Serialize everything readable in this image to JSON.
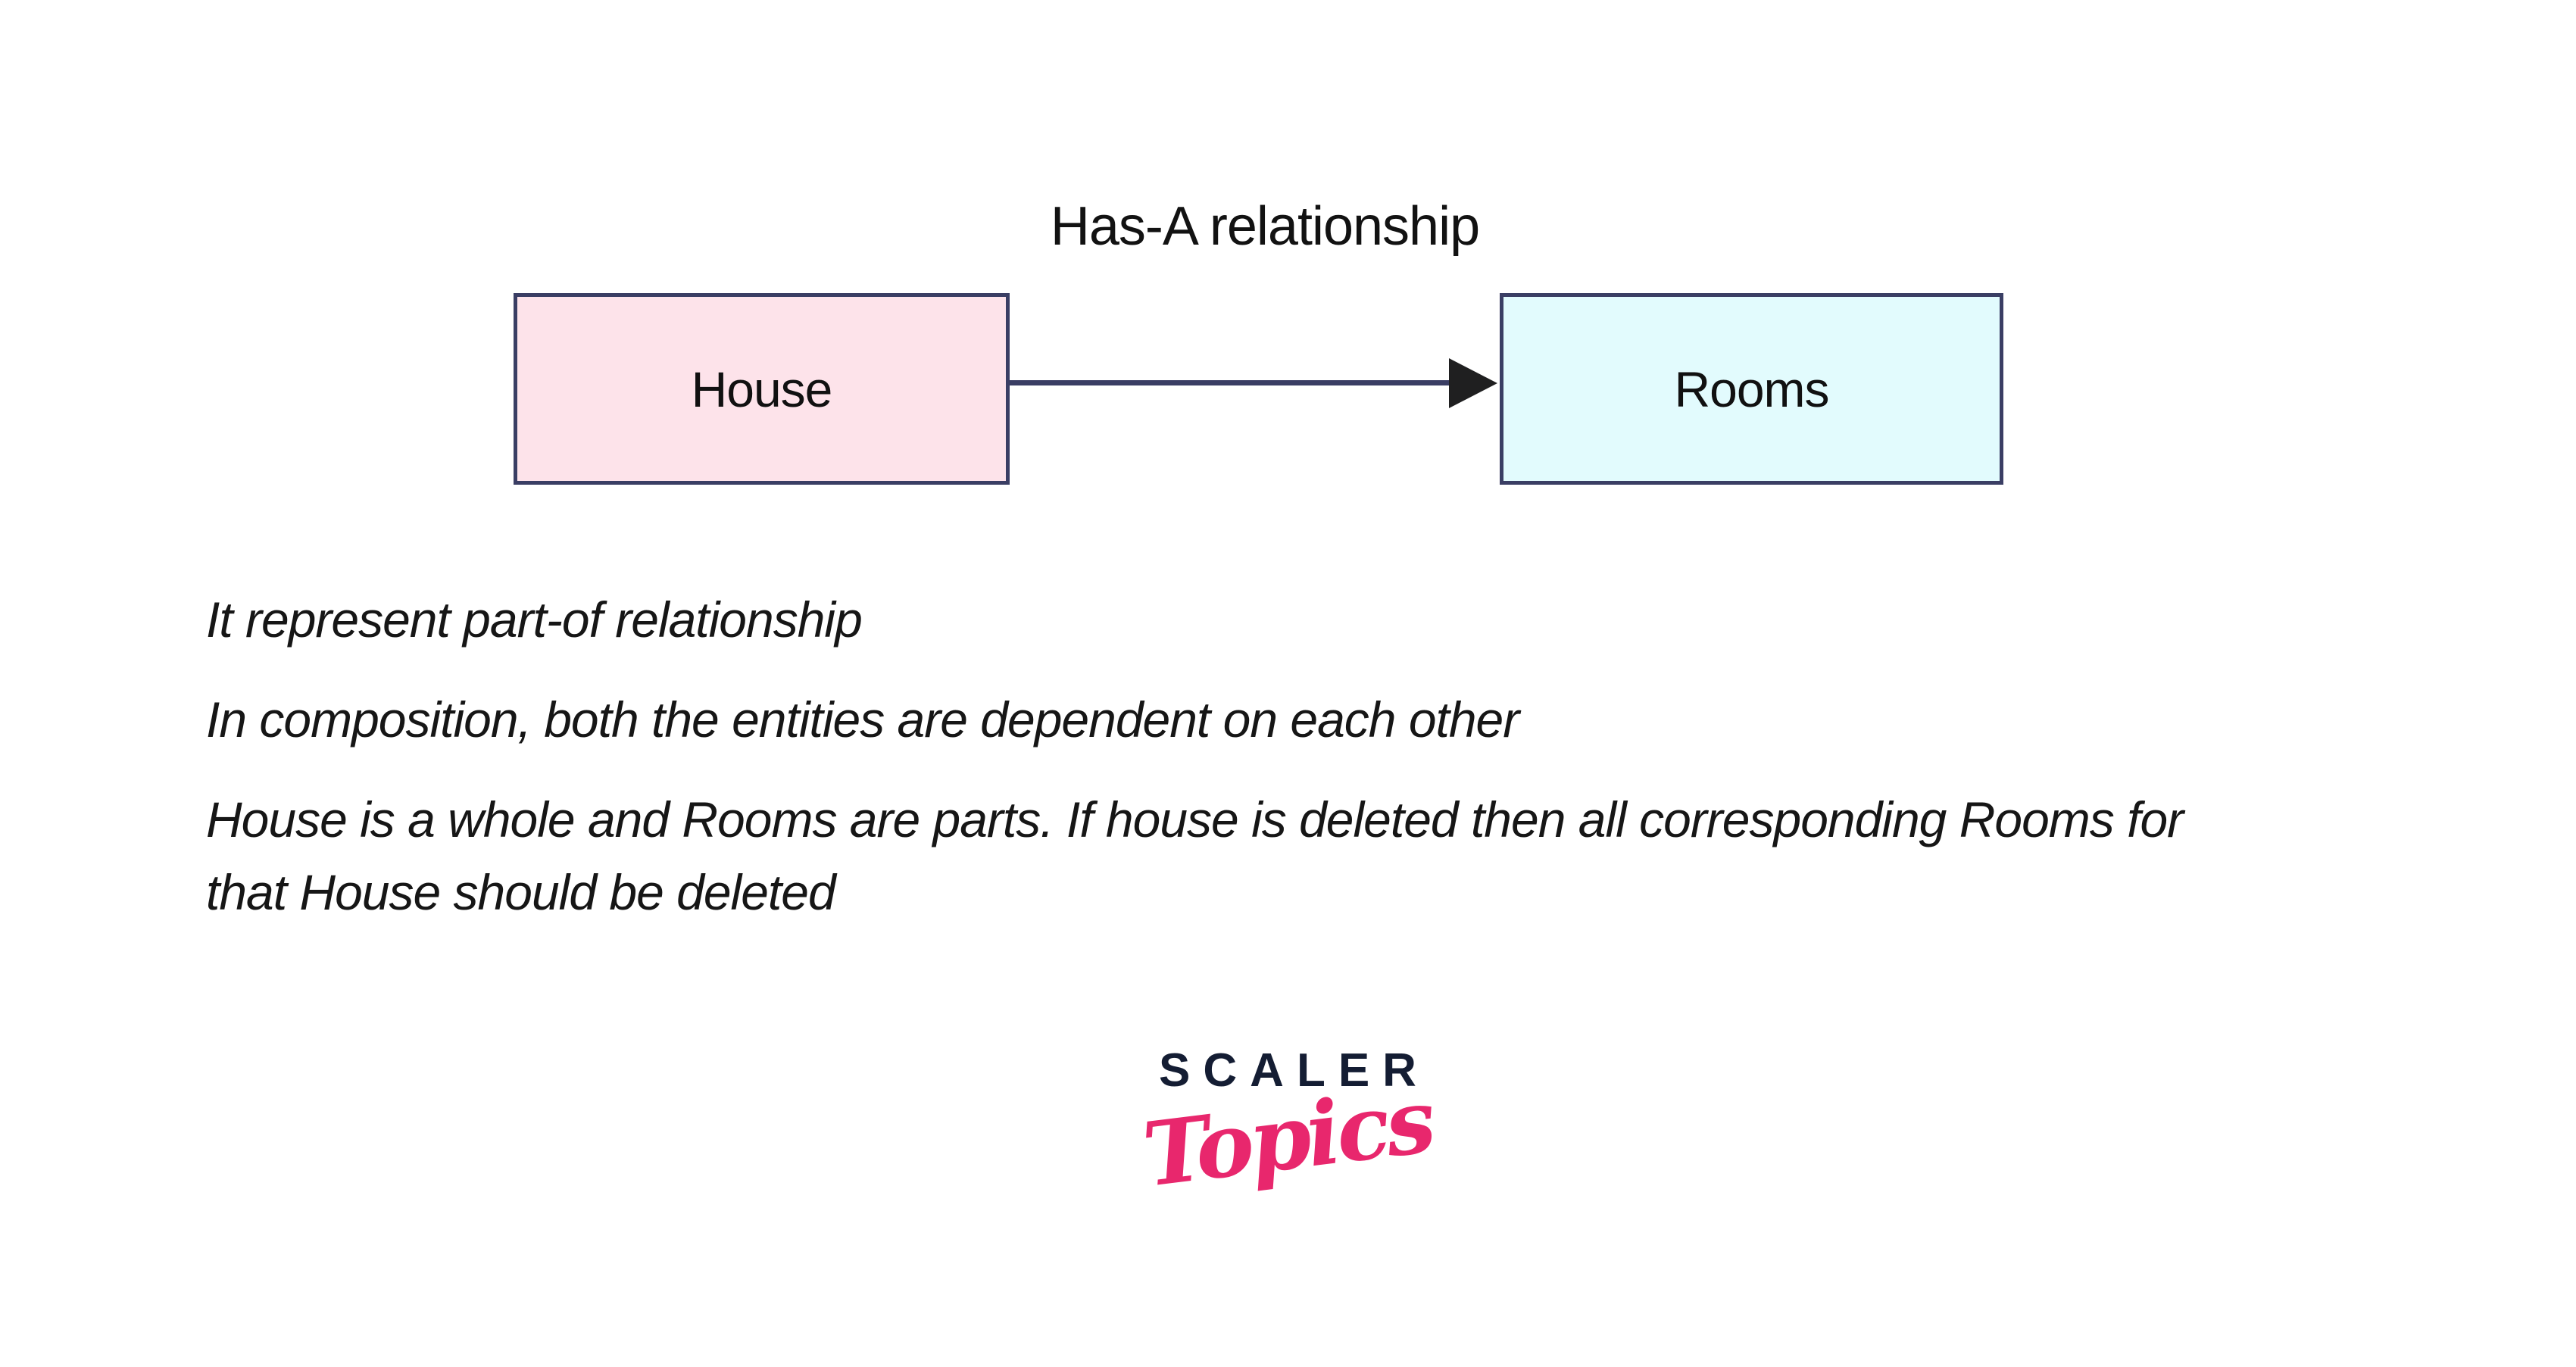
{
  "diagram": {
    "title": "Has-A relationship",
    "nodes": [
      {
        "id": "house",
        "label": "House",
        "fill": "#fde3ea",
        "border_color": "#3a3e64"
      },
      {
        "id": "rooms",
        "label": "Rooms",
        "fill": "#e2fbfd",
        "border_color": "#3a3e64"
      }
    ],
    "arrow": {
      "from": "house",
      "to": "rooms",
      "line_color": "#3a3e64",
      "arrowhead_color": "#1f1f20",
      "direction": "right"
    }
  },
  "notes": [
    {
      "lines": [
        "It represent part-of relationship"
      ]
    },
    {
      "lines": [
        "In composition, both the entities are dependent on each other"
      ]
    },
    {
      "lines": [
        "House is a whole and Rooms are parts. If house is deleted then all corresponding Rooms for",
        "that House should be deleted"
      ]
    }
  ],
  "logo": {
    "brand": "SCALER",
    "sub": "Topics",
    "brand_color": "#141d33",
    "sub_color": "#e8276d"
  }
}
